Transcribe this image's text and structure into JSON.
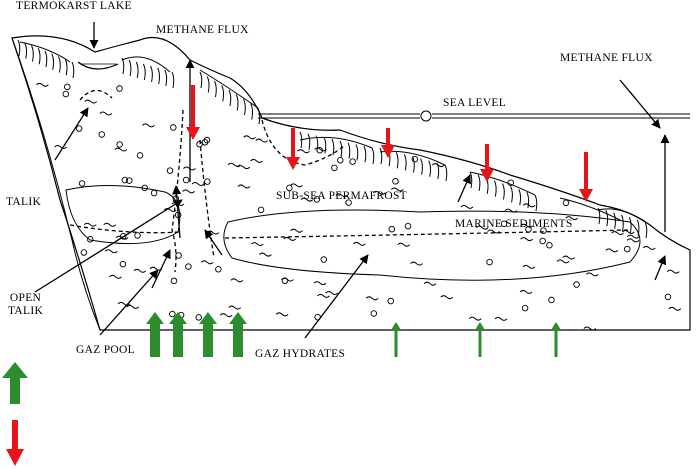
{
  "labels": {
    "thermokarst_lake": "TERMOKARST LAKE",
    "methane_flux_left": "METHANE FLUX",
    "methane_flux_right": "METHANE FLUX",
    "sea_level": "SEA LEVEL",
    "talik": "TALIK",
    "sub_sea_permafrost": "SUB-SEA PERMAFROST",
    "marine_sediments": "MARINE SEDIMENTS",
    "open_talik_line1": "OPEN",
    "open_talik_line2": "TALIK",
    "gaz_pool": "GAZ POOL",
    "gaz_hydrates": "GAZ HYDRATES"
  },
  "colors": {
    "upward_flux": "#2e8b2e",
    "downward_flux": "#e8141a",
    "ink": "#000000"
  },
  "legend": {
    "items": [
      {
        "icon": "green-up-arrow-icon",
        "color": "#2e8b2e"
      },
      {
        "icon": "red-down-arrow-icon",
        "color": "#e8141a"
      }
    ]
  }
}
